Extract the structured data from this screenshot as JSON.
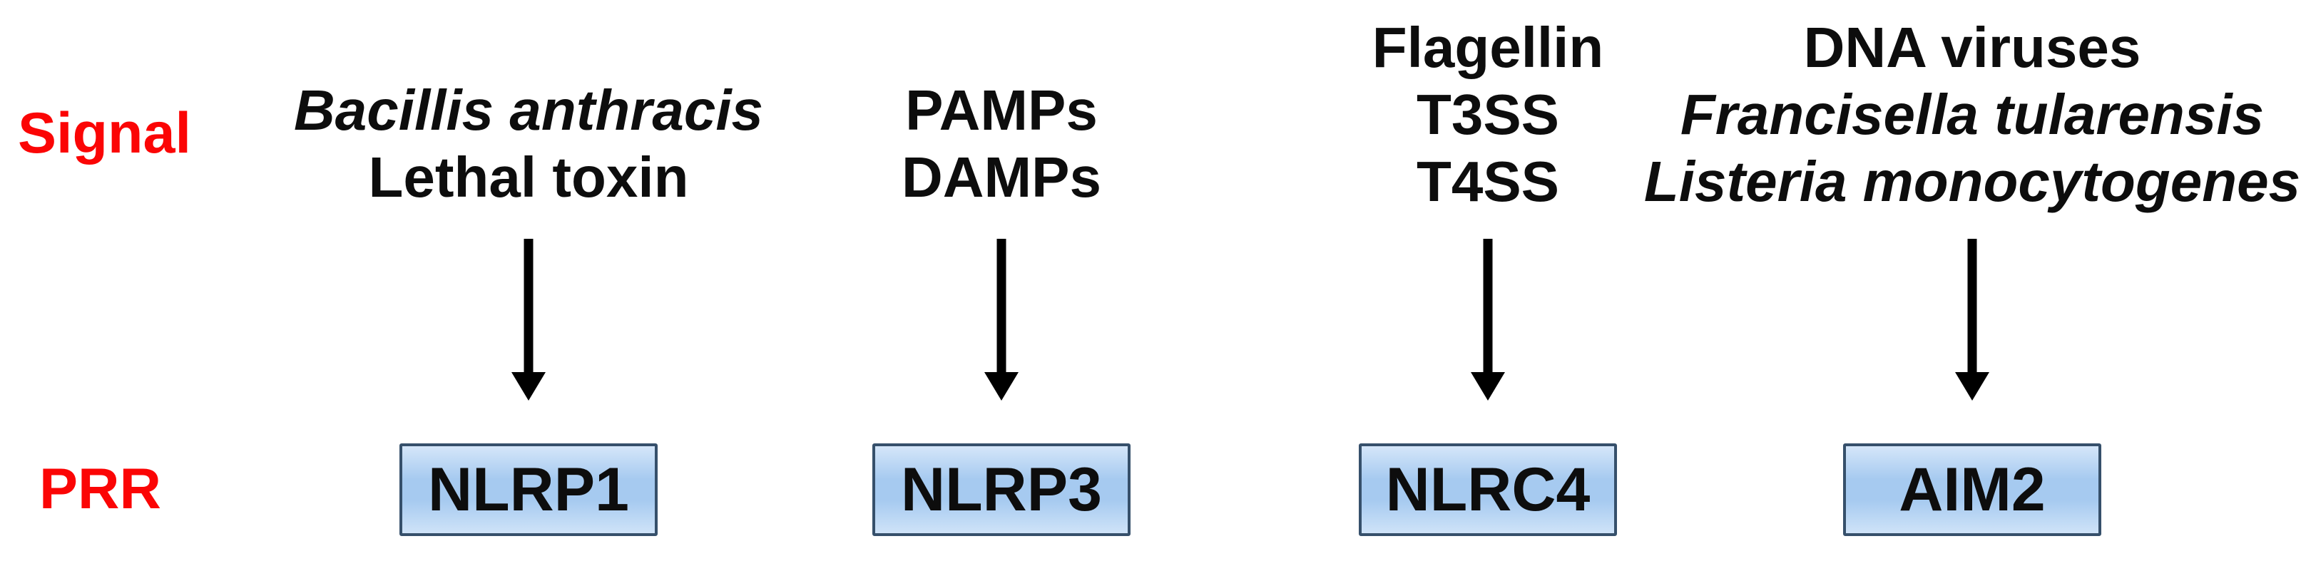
{
  "diagram": {
    "title_hint": "Inflammasome signals and their pattern recognition receptors",
    "colors": {
      "label_red": "#fb0505",
      "text_black": "#0d0d0d",
      "arrow_black": "#000000",
      "box_border": "#36506b",
      "box_fill_top": "#d5e6f9",
      "box_fill_mid": "#a6caf0",
      "box_fill_bottom": "#cfe3f8",
      "background": "#ffffff"
    },
    "row_labels": [
      {
        "id": "signal",
        "label": "Signal"
      },
      {
        "id": "prr",
        "label": "PRR"
      }
    ],
    "columns": [
      {
        "signal_lines": [
          {
            "text": "Bacillis anthracis",
            "italic": true
          },
          {
            "text": "Lethal toxin",
            "italic": false
          }
        ],
        "arrow": "down-arrow",
        "prr": "NLRP1"
      },
      {
        "signal_lines": [
          {
            "text": "PAMPs",
            "italic": false
          },
          {
            "text": "DAMPs",
            "italic": false
          }
        ],
        "arrow": "down-arrow",
        "prr": "NLRP3"
      },
      {
        "signal_lines": [
          {
            "text": "Flagellin",
            "italic": false
          },
          {
            "text": "T3SS",
            "italic": false
          },
          {
            "text": "T4SS",
            "italic": false
          }
        ],
        "arrow": "down-arrow",
        "prr": "NLRC4"
      },
      {
        "signal_lines": [
          {
            "text": "DNA viruses",
            "italic": false
          },
          {
            "text": "Francisella tularensis",
            "italic": true
          },
          {
            "text": "Listeria monocytogenes",
            "italic": true
          }
        ],
        "arrow": "down-arrow",
        "prr": "AIM2"
      }
    ]
  }
}
